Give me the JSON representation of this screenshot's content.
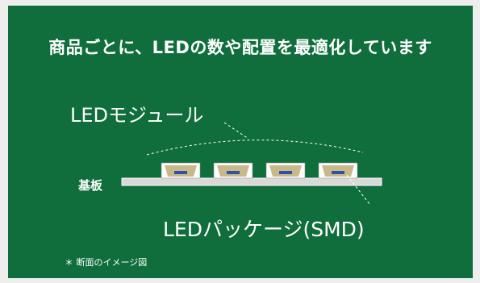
{
  "headline": "商品ごとに、LEDの数や配置を最適化しています",
  "diagram": {
    "module_label": "LEDモジュール",
    "base_label": "基板",
    "smd_label": "LEDパッケージ(SMD)",
    "led_count": 4
  },
  "note": "＊ 断面のイメージ図",
  "colors": {
    "background": "#0f6e3c",
    "frame": "#eeeeee",
    "text": "#ffffff",
    "substrate": "#d9d9d9",
    "led_body": "#c9b98a",
    "led_chip": "#2b53a8"
  }
}
